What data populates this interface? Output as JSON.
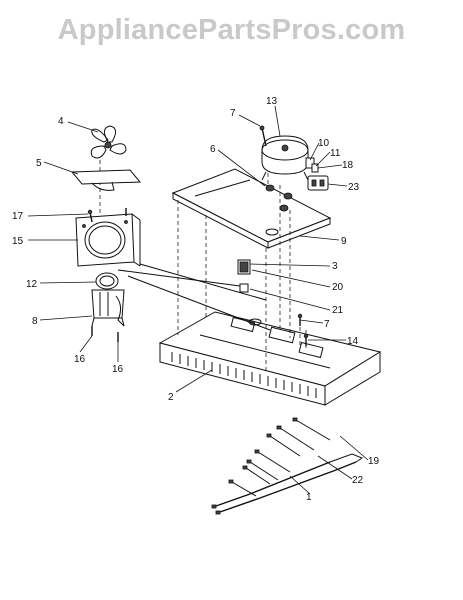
{
  "watermark": "AppliancePartsPros.com",
  "callouts": [
    {
      "id": "1",
      "label": "1"
    },
    {
      "id": "2",
      "label": "2"
    },
    {
      "id": "3",
      "label": "3"
    },
    {
      "id": "4",
      "label": "4"
    },
    {
      "id": "5",
      "label": "5"
    },
    {
      "id": "6",
      "label": "6"
    },
    {
      "id": "7a",
      "label": "7"
    },
    {
      "id": "7b",
      "label": "7"
    },
    {
      "id": "8",
      "label": "8"
    },
    {
      "id": "9",
      "label": "9"
    },
    {
      "id": "10",
      "label": "10"
    },
    {
      "id": "11",
      "label": "11"
    },
    {
      "id": "12",
      "label": "12"
    },
    {
      "id": "13",
      "label": "13"
    },
    {
      "id": "14",
      "label": "14"
    },
    {
      "id": "15",
      "label": "15"
    },
    {
      "id": "16a",
      "label": "16"
    },
    {
      "id": "16b",
      "label": "16"
    },
    {
      "id": "17",
      "label": "17"
    },
    {
      "id": "18",
      "label": "18"
    },
    {
      "id": "19",
      "label": "19"
    },
    {
      "id": "20",
      "label": "20"
    },
    {
      "id": "21",
      "label": "21"
    },
    {
      "id": "22",
      "label": "22"
    },
    {
      "id": "23",
      "label": "23"
    }
  ]
}
